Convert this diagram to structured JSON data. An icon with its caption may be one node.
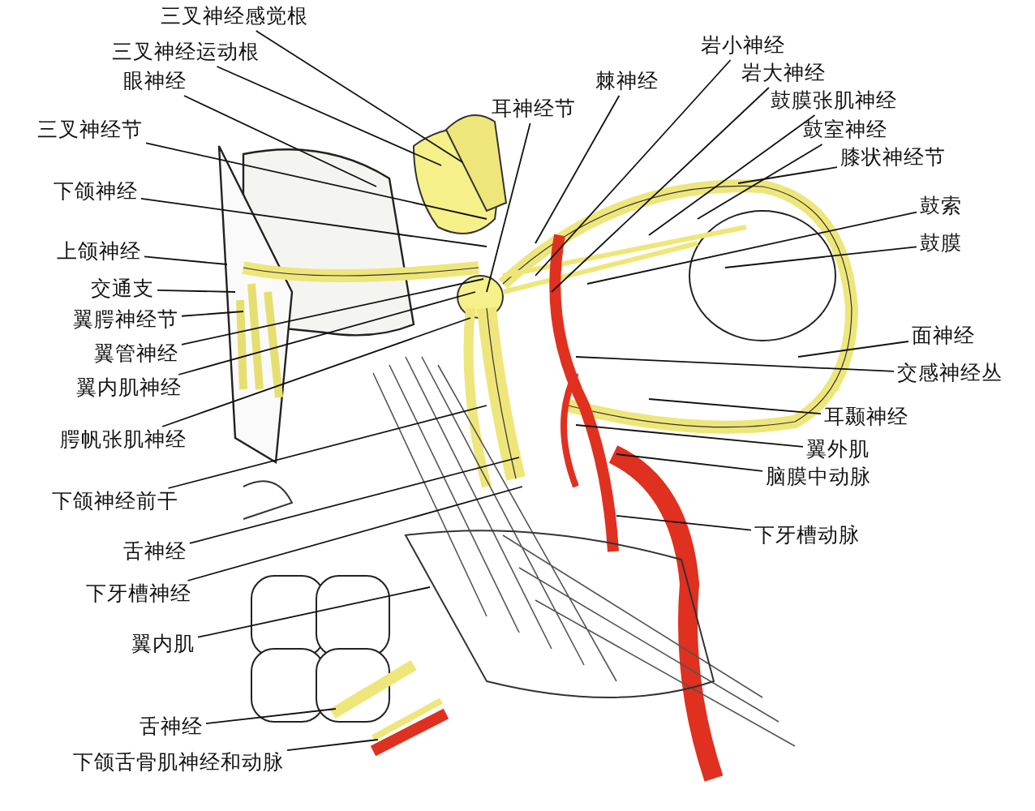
{
  "diagram": {
    "nodes": [
      {
        "text": [
          "三叉神经感觉根"
        ]
      },
      {
        "text": [
          "三叉神经运动根"
        ]
      },
      {
        "text": [
          "眼神经"
        ]
      },
      {
        "text": [
          "三叉神经节"
        ]
      },
      {
        "text": [
          "下颌神经"
        ]
      },
      {
        "text": [
          "上颌神经"
        ]
      },
      {
        "text": [
          "交通支"
        ]
      },
      {
        "text": [
          "翼腭神经节"
        ]
      },
      {
        "text": [
          "翼管神经"
        ]
      },
      {
        "text": [
          "翼内肌神经"
        ]
      },
      {
        "text": [
          "腭帆张肌神经"
        ]
      },
      {
        "text": [
          "下颌神经前干"
        ]
      },
      {
        "text": [
          "舌神经"
        ]
      },
      {
        "text": [
          "下牙槽神经"
        ]
      },
      {
        "text": [
          "翼内肌"
        ]
      },
      {
        "text": [
          "舌神经"
        ]
      },
      {
        "text": [
          "下颌舌骨肌神经和动脉"
        ]
      },
      {
        "text": [
          "耳神经节"
        ]
      },
      {
        "text": [
          "棘神经"
        ]
      },
      {
        "text": [
          "岩小神经"
        ]
      },
      {
        "text": [
          "岩大神经"
        ]
      },
      {
        "text": [
          "鼓膜张肌神经"
        ]
      },
      {
        "text": [
          "鼓室神经"
        ]
      },
      {
        "text": [
          "膝状神经节"
        ]
      },
      {
        "text": [
          "鼓索"
        ]
      },
      {
        "text": [
          "鼓膜"
        ]
      },
      {
        "text": [
          "面神经"
        ]
      },
      {
        "text": [
          "交感神经丛"
        ]
      },
      {
        "text": [
          "耳颞神经"
        ]
      },
      {
        "text": [
          "翼外肌"
        ]
      },
      {
        "text": [
          "脑膜中动脉"
        ]
      },
      {
        "text": [
          "下牙槽动脉"
        ]
      }
    ],
    "edges": [
      {
        "from": 0,
        "to": null,
        "arrow": "none"
      },
      {
        "from": 1,
        "to": null,
        "arrow": "none"
      },
      {
        "from": 2,
        "to": null,
        "arrow": "none"
      },
      {
        "from": 3,
        "to": null,
        "arrow": "none"
      },
      {
        "from": 4,
        "to": null,
        "arrow": "none"
      },
      {
        "from": 5,
        "to": null,
        "arrow": "none"
      },
      {
        "from": 6,
        "to": null,
        "arrow": "none"
      },
      {
        "from": 7,
        "to": null,
        "arrow": "none"
      },
      {
        "from": 8,
        "to": null,
        "arrow": "none"
      },
      {
        "from": 9,
        "to": null,
        "arrow": "none"
      },
      {
        "from": 10,
        "to": null,
        "arrow": "none"
      },
      {
        "from": 11,
        "to": null,
        "arrow": "none"
      },
      {
        "from": 12,
        "to": null,
        "arrow": "none"
      },
      {
        "from": 13,
        "to": null,
        "arrow": "none"
      },
      {
        "from": 14,
        "to": null,
        "arrow": "none"
      },
      {
        "from": 15,
        "to": null,
        "arrow": "none"
      },
      {
        "from": 16,
        "to": null,
        "arrow": "none"
      },
      {
        "from": 17,
        "to": null,
        "arrow": "none"
      },
      {
        "from": 18,
        "to": null,
        "arrow": "none"
      },
      {
        "from": 19,
        "to": null,
        "arrow": "none"
      },
      {
        "from": 20,
        "to": null,
        "arrow": "none"
      },
      {
        "from": 21,
        "to": null,
        "arrow": "none"
      },
      {
        "from": 22,
        "to": null,
        "arrow": "none"
      },
      {
        "from": 23,
        "to": null,
        "arrow": "none"
      },
      {
        "from": 24,
        "to": null,
        "arrow": "none"
      },
      {
        "from": 25,
        "to": null,
        "arrow": "none"
      },
      {
        "from": 26,
        "to": null,
        "arrow": "none"
      },
      {
        "from": 27,
        "to": null,
        "arrow": "none"
      },
      {
        "from": 28,
        "to": null,
        "arrow": "none"
      },
      {
        "from": 29,
        "to": null,
        "arrow": "none"
      },
      {
        "from": 30,
        "to": null,
        "arrow": "none"
      },
      {
        "from": 31,
        "to": null,
        "arrow": "none"
      }
    ]
  }
}
